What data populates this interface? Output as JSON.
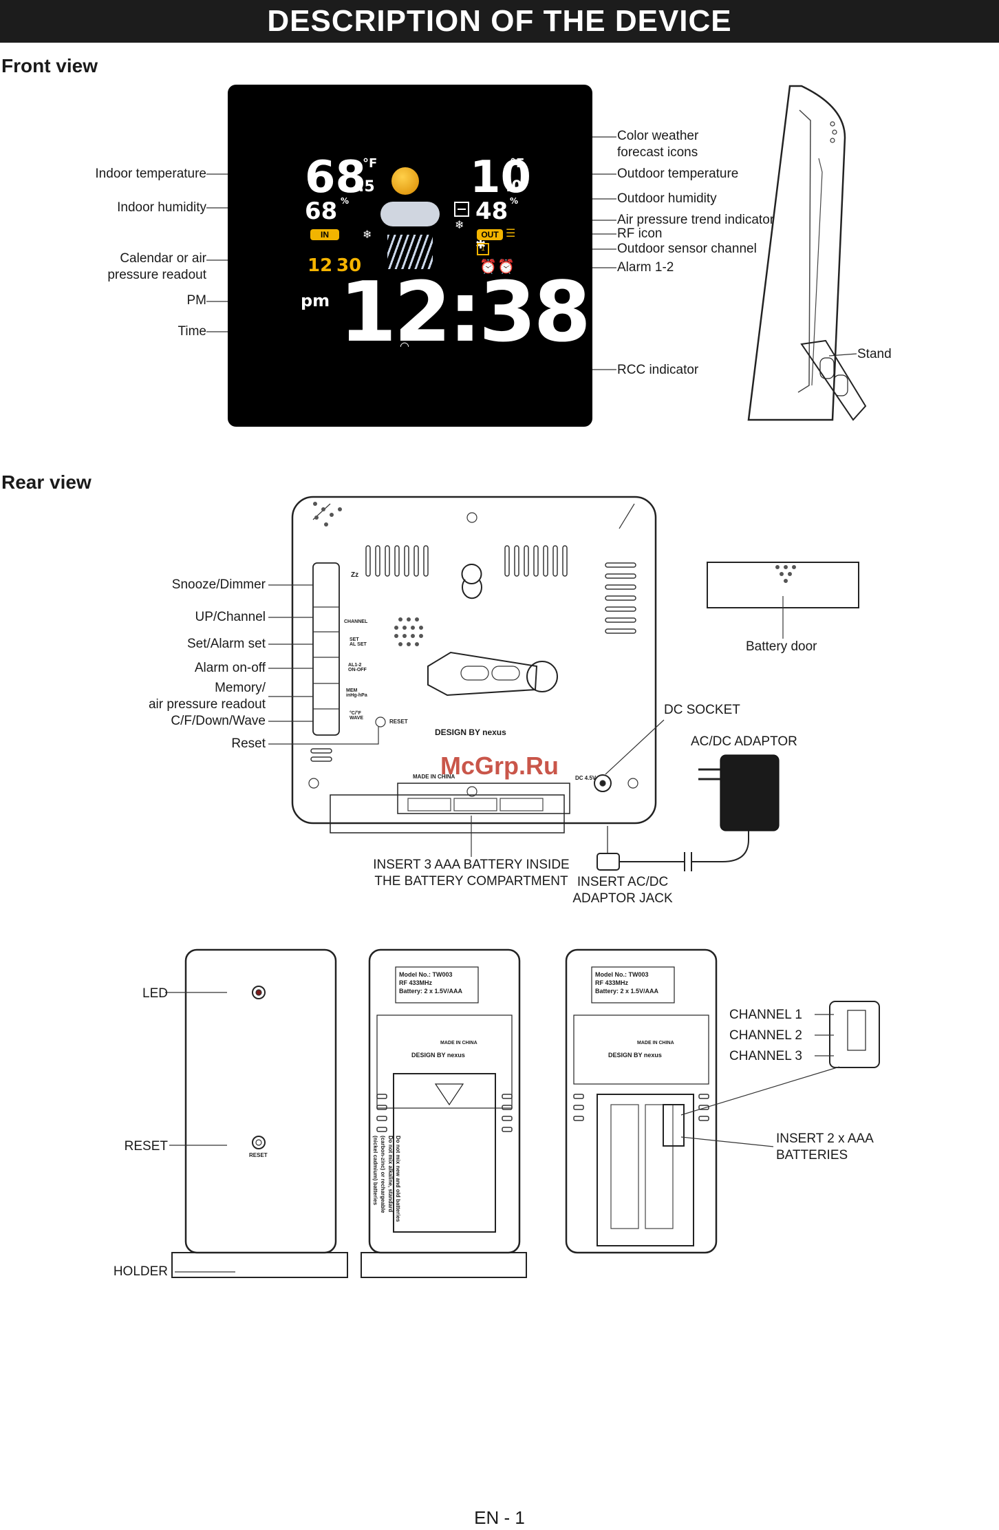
{
  "header": {
    "title": "DESCRIPTION OF THE DEVICE"
  },
  "front_view": {
    "heading": "Front view",
    "display": {
      "indoor_temp": "68",
      "indoor_temp_dec": ".5",
      "indoor_unit": "°F",
      "indoor_humidity": "68",
      "outdoor_temp": "10",
      "outdoor_temp_dec": ".0",
      "outdoor_unit": "°F",
      "outdoor_humidity": "48",
      "pct": "%",
      "in_badge": "IN",
      "out_badge": "OUT",
      "calendar_m": "12",
      "calendar_d": "30",
      "pm": "pm",
      "time": "12:38",
      "channel": "1"
    },
    "labels_left": {
      "indoor_temperature": "Indoor temperature",
      "indoor_humidity": "Indoor humidity",
      "calendar": "Calendar or air\npressure readout",
      "pm": "PM",
      "time": "Time"
    },
    "labels_right": {
      "color_icons": "Color weather\nforecast icons",
      "outdoor_temperature": "Outdoor temperature",
      "outdoor_humidity": "Outdoor humidity",
      "pressure_trend": "Air pressure trend indicator",
      "rf_icon": "RF icon",
      "outdoor_channel": "Outdoor sensor channel",
      "alarm": "Alarm 1-2",
      "rcc": "RCC indicator",
      "stand": "Stand"
    }
  },
  "rear_view": {
    "heading": "Rear view",
    "buttons": {
      "snooze": "Snooze/Dimmer",
      "up": "UP/Channel",
      "set": "Set/Alarm set",
      "alarm_onoff": "Alarm on-off",
      "memory": "Memory/\nair pressure readout",
      "cf": "C/F/Down/Wave",
      "reset": "Reset"
    },
    "btn_texts": {
      "zz": "Zz",
      "channel": "CHANNEL",
      "set": "SET\nAL SET",
      "al": "AL1-2\nON-OFF",
      "mem": "MEM\ninHg-hPa",
      "wave": "°C/°F\nWAVE",
      "reset": "RESET"
    },
    "brand": "DESIGN BY nexus",
    "made_in": "MADE IN CHINA",
    "dc_rating": "DC 4.5V",
    "battery_door": "Battery door",
    "dc_socket": "DC SOCKET",
    "adaptor": "AC/DC ADAPTOR",
    "insert_battery": "INSERT 3 AAA BATTERY INSIDE\nTHE BATTERY COMPARTMENT",
    "insert_jack": "INSERT AC/DC\nADAPTOR JACK",
    "watermark": "McGrp.Ru"
  },
  "sensor": {
    "led": "LED",
    "reset": "RESET",
    "reset_small": "RESET",
    "holder": "HOLDER",
    "model_label": "Model No.: TW003\nRF 433MHz\nBattery: 2 x 1.5V/AAA",
    "brand": "DESIGN BY nexus",
    "made_in": "MADE IN CHINA",
    "ch1": "CHANNEL 1",
    "ch2": "CHANNEL 2",
    "ch3": "CHANNEL 3",
    "insert": "INSERT 2 x AAA\nBATTERIES",
    "warning": "Do not mix new and old batteries\nDo not mix alkaline, standard\n(carbon-zinc) or rechargeable\n(nickel cadmium) batteries"
  },
  "footer": {
    "page": "EN - 1"
  }
}
